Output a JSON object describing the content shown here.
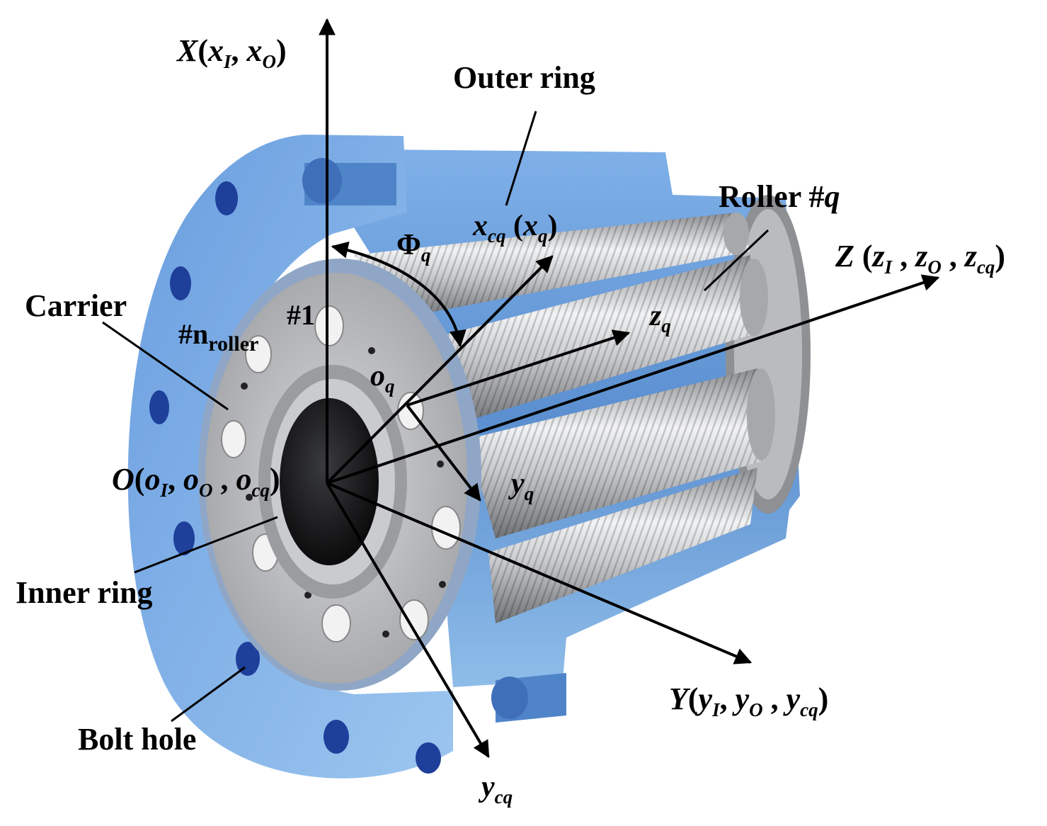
{
  "labels": {
    "outer_ring": "Outer ring",
    "roller_q": "Roller #",
    "roller_q_var": "q",
    "carrier": "Carrier",
    "inner_ring": "Inner ring",
    "bolt_hole": "Bolt hole",
    "roller_1": "#1",
    "roller_n_prefix": "#n",
    "roller_n_sub": "roller"
  },
  "axes": {
    "X": {
      "main": "X",
      "open": "(",
      "v1": "x",
      "s1": "I",
      "sep": ", ",
      "v2": "x",
      "s2": "O",
      "close": ")"
    },
    "Z": {
      "main": "Z",
      "open": " (",
      "v1": "z",
      "s1": "I",
      "sep1": " , ",
      "v2": "z",
      "s2": "O",
      "sep2": " , ",
      "v3": "z",
      "s3": "cq",
      "close": ")"
    },
    "Y": {
      "main": "Y",
      "open": "(",
      "v1": "y",
      "s1": "I",
      "sep1": ", ",
      "v2": "y",
      "s2": "O",
      "sep2": " , ",
      "v3": "y",
      "s3": "cq",
      "close": ")"
    },
    "O": {
      "main": "O",
      "open": "(",
      "v1": "o",
      "s1": "I",
      "sep1": ", ",
      "v2": "o",
      "s2": "O",
      "sep2": " , ",
      "v3": "o",
      "s3": "cq",
      "close": ")"
    },
    "xcq": {
      "v": "x",
      "s": "cq",
      "open": " (",
      "v2": "x",
      "s2": "q",
      "close": ")"
    },
    "zq": {
      "v": "z",
      "s": "q"
    },
    "yq": {
      "v": "y",
      "s": "q"
    },
    "oq": {
      "v": "o",
      "s": "q"
    },
    "ycq": {
      "v": "y",
      "s": "cq"
    },
    "phi": {
      "v": "Φ",
      "s": "q"
    }
  },
  "colors": {
    "housing": "#5b8fd0",
    "housing_dark": "#3a6cb0",
    "bolt_hole": "#1e3f9a",
    "carrier": "#b7b9bc",
    "roller": "#d4d6d8",
    "arrow": "#000000"
  }
}
